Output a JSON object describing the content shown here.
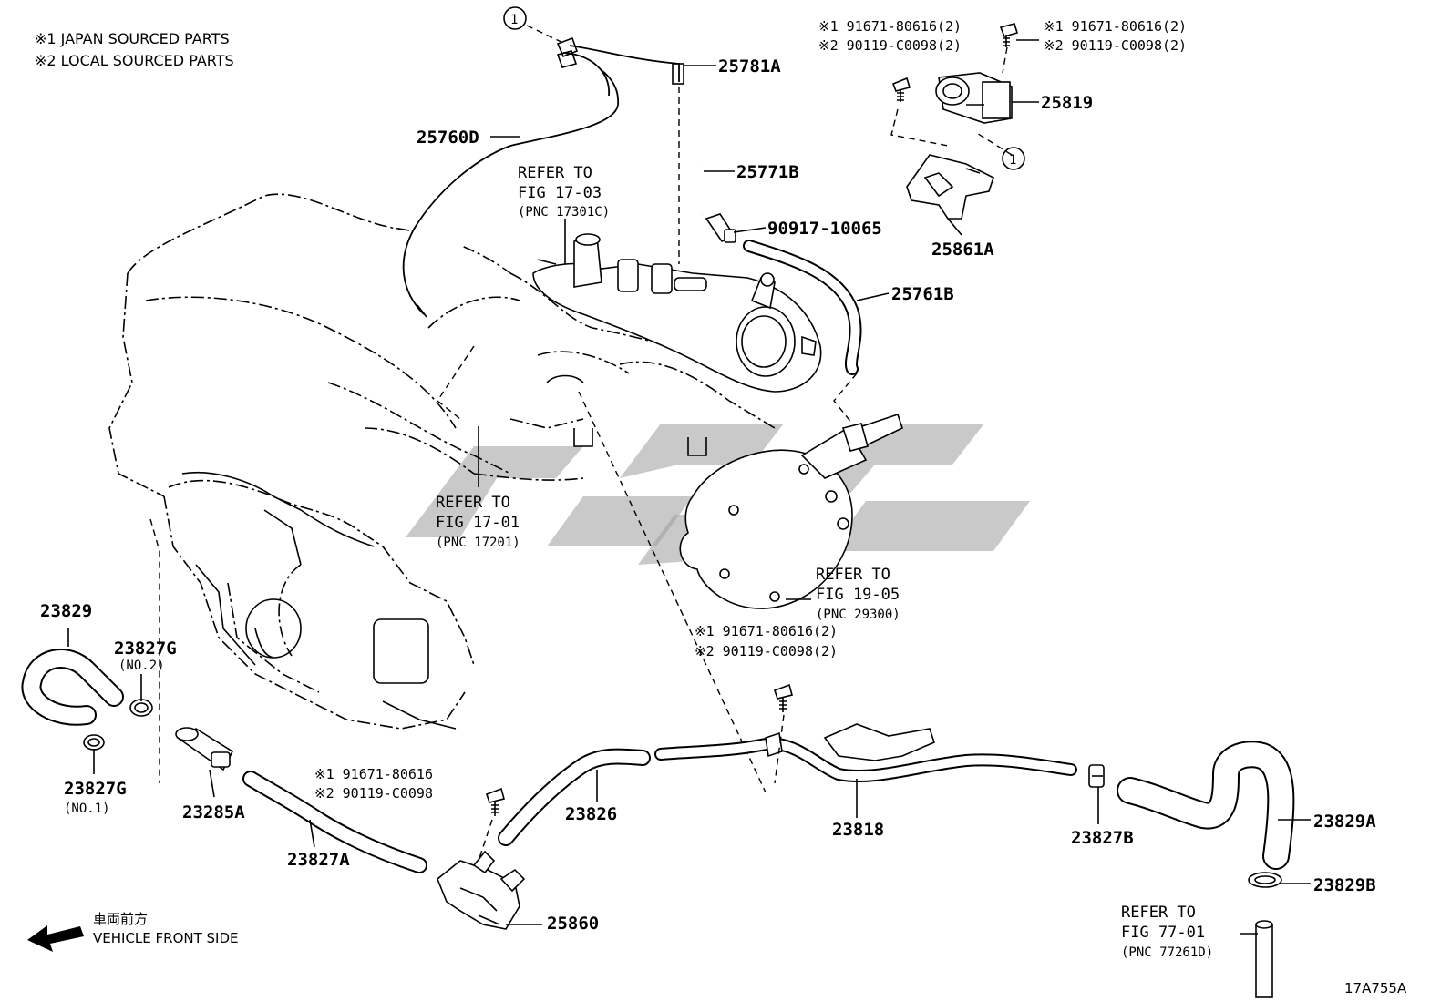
{
  "legend": {
    "line1": "※1 JAPAN SOURCED PARTS",
    "line2": "※2 LOCAL SOURCED PARTS"
  },
  "callout_marker": "1",
  "parts": {
    "p25781A": "25781A",
    "p25760D": "25760D",
    "p25771B": "25771B",
    "p90917": "90917-10065",
    "p25761B": "25761B",
    "p25819": "25819",
    "p25861A": "25861A",
    "p23829": "23829",
    "p23827G2": "23827G",
    "p23827G1": "23827G",
    "p23285A": "23285A",
    "p23827A": "23827A",
    "p23826": "23826",
    "p23818": "23818",
    "p25860": "25860",
    "p23827B": "23827B",
    "p23829A": "23829A",
    "p23829B": "23829B"
  },
  "sub_labels": {
    "no2": "(NO.2)",
    "no1": "(NO.1)"
  },
  "bolt_notes": {
    "top_mid_1": "※1 91671-80616(2)",
    "top_mid_2": "※2 90119-C0098(2)",
    "top_right_1": "※1  91671-80616(2)",
    "top_right_2": "※2  90119-C0098(2)",
    "mid_1": "※1 91671-80616(2)",
    "mid_2": "※2 90119-C0098(2)",
    "low_1": "※1 91671-80616",
    "low_2": "※2 90119-C0098"
  },
  "refer": {
    "r1703_a": "REFER TO",
    "r1703_b": "FIG 17-03",
    "r1703_c": "(PNC 17301C)",
    "r1701_a": "REFER TO",
    "r1701_b": "FIG 17-01",
    "r1701_c": "(PNC 17201)",
    "r1905_a": "REFER TO",
    "r1905_b": "FIG 19-05",
    "r1905_c": "(PNC 29300)",
    "r7701_a": "REFER TO",
    "r7701_b": "FIG 77-01",
    "r7701_c": "(PNC 77261D)"
  },
  "direction": {
    "jp": "車両前方",
    "en": "VEHICLE FRONT SIDE"
  },
  "figure_id": "17A755A"
}
